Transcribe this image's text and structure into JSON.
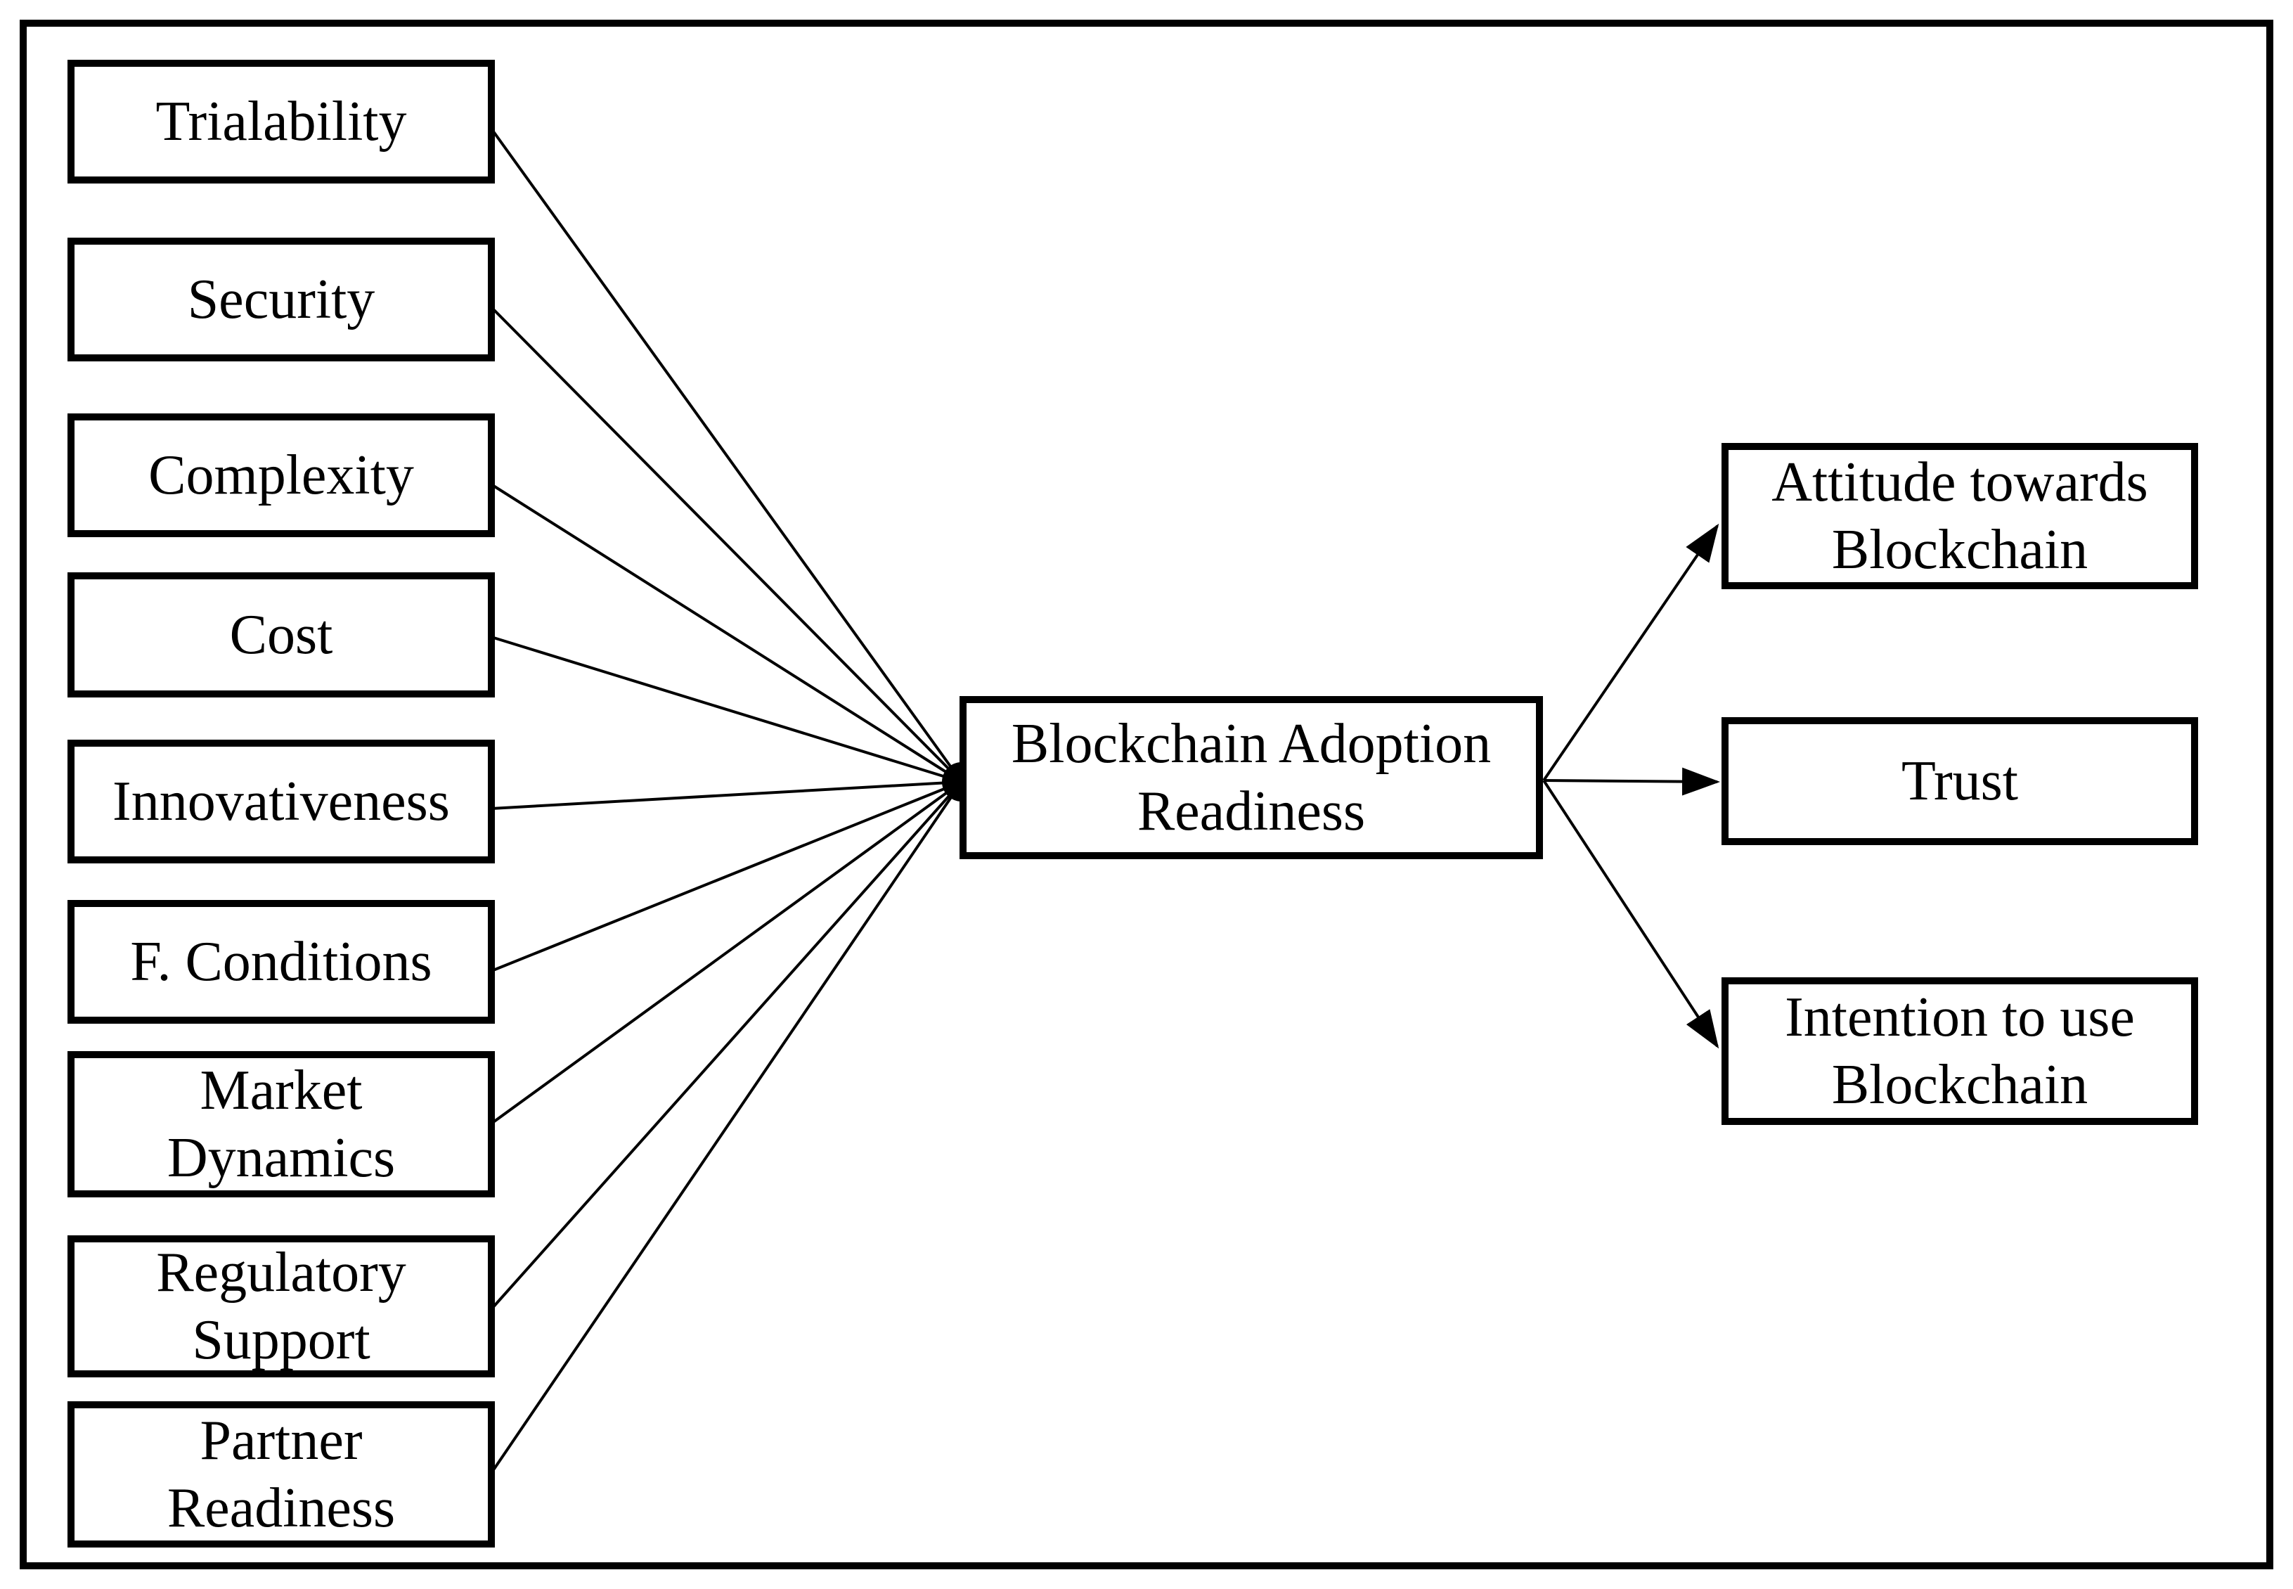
{
  "diagram": {
    "colors": {
      "stroke": "#000000",
      "background": "#ffffff"
    },
    "left_factors": [
      {
        "label": "Trialability"
      },
      {
        "label": "Security"
      },
      {
        "label": "Complexity"
      },
      {
        "label": "Cost"
      },
      {
        "label": "Innovativeness"
      },
      {
        "label": "F. Conditions"
      },
      {
        "label": "Market\nDynamics"
      },
      {
        "label": "Regulatory\nSupport"
      },
      {
        "label": "Partner\nReadiness"
      }
    ],
    "center": {
      "label": "Blockchain Adoption\nReadiness"
    },
    "outcomes": [
      {
        "label": "Attitude towards\nBlockchain"
      },
      {
        "label": "Trust"
      },
      {
        "label": "Intention to use\nBlockchain"
      }
    ],
    "edges": [
      {
        "from": "Trialability",
        "to": "Blockchain Adoption Readiness",
        "arrowhead": false
      },
      {
        "from": "Security",
        "to": "Blockchain Adoption Readiness",
        "arrowhead": false
      },
      {
        "from": "Complexity",
        "to": "Blockchain Adoption Readiness",
        "arrowhead": false
      },
      {
        "from": "Cost",
        "to": "Blockchain Adoption Readiness",
        "arrowhead": false
      },
      {
        "from": "Innovativeness",
        "to": "Blockchain Adoption Readiness",
        "arrowhead": false
      },
      {
        "from": "F. Conditions",
        "to": "Blockchain Adoption Readiness",
        "arrowhead": false
      },
      {
        "from": "Market Dynamics",
        "to": "Blockchain Adoption Readiness",
        "arrowhead": false
      },
      {
        "from": "Regulatory Support",
        "to": "Blockchain Adoption Readiness",
        "arrowhead": false
      },
      {
        "from": "Partner Readiness",
        "to": "Blockchain Adoption Readiness",
        "arrowhead": false
      },
      {
        "from": "Blockchain Adoption Readiness",
        "to": "Attitude towards Blockchain",
        "arrowhead": true
      },
      {
        "from": "Blockchain Adoption Readiness",
        "to": "Trust",
        "arrowhead": true
      },
      {
        "from": "Blockchain Adoption Readiness",
        "to": "Intention to use Blockchain",
        "arrowhead": true
      }
    ]
  }
}
